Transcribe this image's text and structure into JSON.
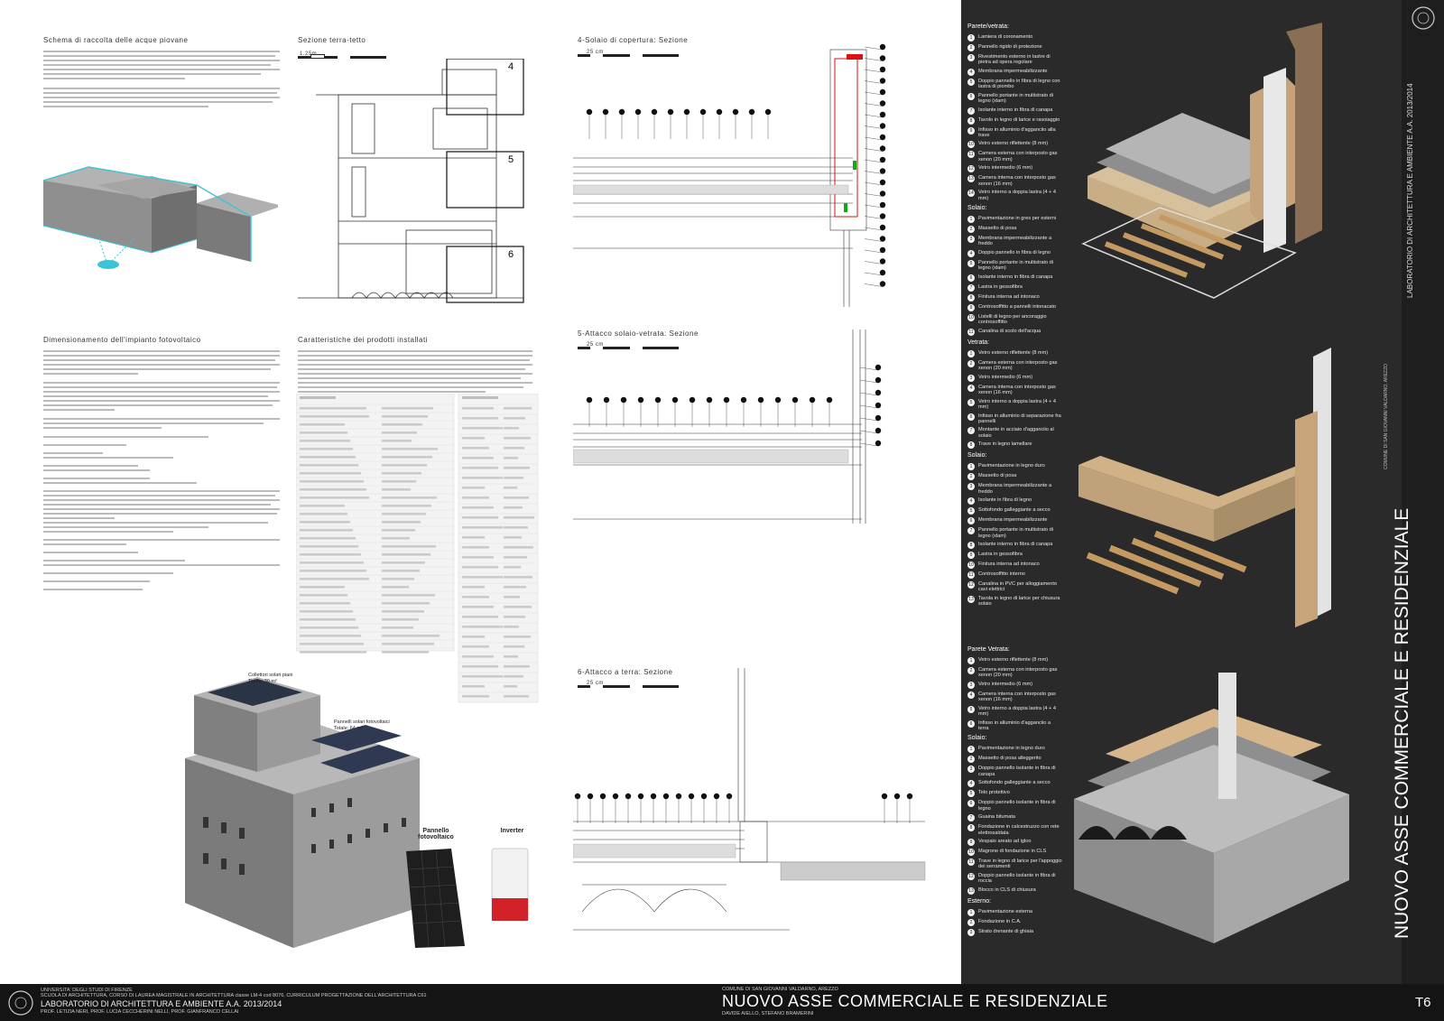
{
  "sections": {
    "rainwater_title": "Schema di raccolta delle acque piovane",
    "section_title": "Sezione terra-tetto",
    "section_scale": "1.25m",
    "roof_title": "4-Solaio di copertura: Sezione",
    "roof_scale": "25 cm",
    "pv_title": "Dimensionamento dell'impianto fotovoltaico",
    "products_title": "Caratteristiche dei prodotti installati",
    "glazing_title": "5-Attacco solaio-vetrata: Sezione",
    "glazing_scale": "25 cm",
    "ground_title": "6-Attacco a terra: Sezione",
    "ground_scale": "25 cm"
  },
  "section_markers": [
    "4",
    "5",
    "6"
  ],
  "render_labels": {
    "solar_collectors": "Collettori solari piani\nTotale: 30 m²",
    "pv_panels": "Pannelli solari fotovoltaici\nTotale: 64 m²"
  },
  "products": {
    "panel_label": "Pannello fotovoltaico",
    "inverter_label": "Inverter"
  },
  "legend_roof": {
    "h1": "Parete/vetrata:",
    "items1": [
      "Lamiera di coronamento",
      "Pannello rigido di protezione",
      "Rivestimento esterno in lastre di pietra ad opera regolare",
      "Membrana impermeabilizzante",
      "Doppio pannello in fibra di legno con lastra di piombo",
      "Pannello portante in multistrato di legno (xlam)",
      "Isolante interno in fibra di canapa",
      "Tavolo in legno di larice e rasoiaggio",
      "Infisso in alluminio d'agganciio alla trave",
      "Vetro esterno riflettente (8 mm)",
      "Camera esterna con interposto gas xenon (20 mm)",
      "Vetro intermedio (6 mm)",
      "Camera interna con interposto gas xenon (16 mm)",
      "Vetro interno a doppia lastra (4 + 4 mm)"
    ],
    "h2": "Solaio:",
    "items2": [
      "Pavimentazione in gres per esterni",
      "Massetto di posa",
      "Membrana impermeabilizzante a freddo",
      "Doppio pannello in fibra di legno",
      "Pannello portante in multistrato di legno (xlam)",
      "Isolante interno in fibra di canapa",
      "Lastra in gessofibra",
      "Finitura interna ad intonaco",
      "Controsoffitto a pannelli intonacato",
      "Listelli di legno per ancoraggio controsoffitto",
      "Canalina di scolo dell'acqua"
    ]
  },
  "legend_glazing": {
    "h1": "Vetrata:",
    "items1": [
      "Vetro esterno riflettente (8 mm)",
      "Camera esterna con interposto gas xenon (20 mm)",
      "Vetro intermedio (6 mm)",
      "Camera interna con interposto gas xenon (16 mm)",
      "Vetro interno a doppia lastra (4 + 4 mm)",
      "Infisso in alluminio di separazione fra pannelli",
      "Montante in acciaio d'agganciio al solaio",
      "Trave in legno lamellare"
    ],
    "h2": "Solaio:",
    "items2": [
      "Pavimentazione in legno duro",
      "Massetto di posa",
      "Membrana impermeabilizzante a freddo",
      "Isolante in fibra di legno",
      "Sottofondo galleggiante a secco",
      "Membrana impermeabilizzante",
      "Pannello portante in multistrato di legno (xlam)",
      "Isolante interno in fibra di canapa",
      "Lastra in gessofibra",
      "Finitura interna ad intonaco",
      "Controsoffitto interno",
      "Canalina in PVC per alloggiamento cavi elettrici",
      "Tavola in legno di larice per chiusura solaio"
    ]
  },
  "legend_ground": {
    "h1": "Parete Vetrata:",
    "items1": [
      "Vetro esterno riflettente (8 mm)",
      "Camera esterna con interposto gas xenon (20 mm)",
      "Vetro intermedio (6 mm)",
      "Camera interna con interposto gas xenon (16 mm)",
      "Vetro interno a doppia lastra (4 + 4 mm)",
      "Infisso in alluminio d'agganciio a terra"
    ],
    "h2": "Solaio:",
    "items2": [
      "Pavimentazione in legno duro",
      "Massetto di posa alleggerito",
      "Doppio pannello isolante in fibra di canapa",
      "Sottofondo galleggiante a secco",
      "Telo protettivo",
      "Doppio pannello isolante in fibra di legno",
      "Guaina bitumata",
      "Fondazione in calcestruzzo con rete elettrosaldata",
      "Vespaio areato ad igloo",
      "Magrone di fondazione in CLS",
      "Trave in legno di larice per l'appoggio dei serramenti",
      "Doppio pannello isolante in fibra di roccia",
      "Blocco in CLS di chiusura"
    ],
    "h3": "Esterno:",
    "items3": [
      "Pavimentazione esterna",
      "Fondazione in C.A.",
      "Strato drenante di ghiaia"
    ]
  },
  "side_banner": {
    "title": "NUOVO ASSE COMMERCIALE E RESIDENZIALE",
    "subtitle": "COMUNE DI SAN GIOVANNI VALDARNO, AREZZO",
    "lab": "LABORATORIO DI ARCHITETTURA E AMBIENTE  A.A. 2013/2014"
  },
  "footer": {
    "university": "UNIVERSITA' DEGLI STUDI DI FIRENZE",
    "school": "SCUOLA DI ARCHITETTURA, CORSO DI LAUREA MAGISTRALE IN ARCHITETTURA classe LM-4 cod 8076, CURRICULUM PROGETTAZIONE DELL'ARCHITETTURA C61",
    "lab": "LABORATORIO DI ARCHITETTURA E AMBIENTE  A.A. 2013/2014",
    "profs": "PROF. LETIZIA NERI, PROF. LUCIA CECCHERINI NELLI, PROF. GIANFRANCO CELLAI",
    "location": "COMUNE DI SAN GIOVANNI VALDARNO, AREZZO",
    "project": "NUOVO ASSE COMMERCIALE E RESIDENZIALE",
    "students": "DAVIDE AIELLO, STEFANO BRAMERINI",
    "sheet": "T6"
  }
}
